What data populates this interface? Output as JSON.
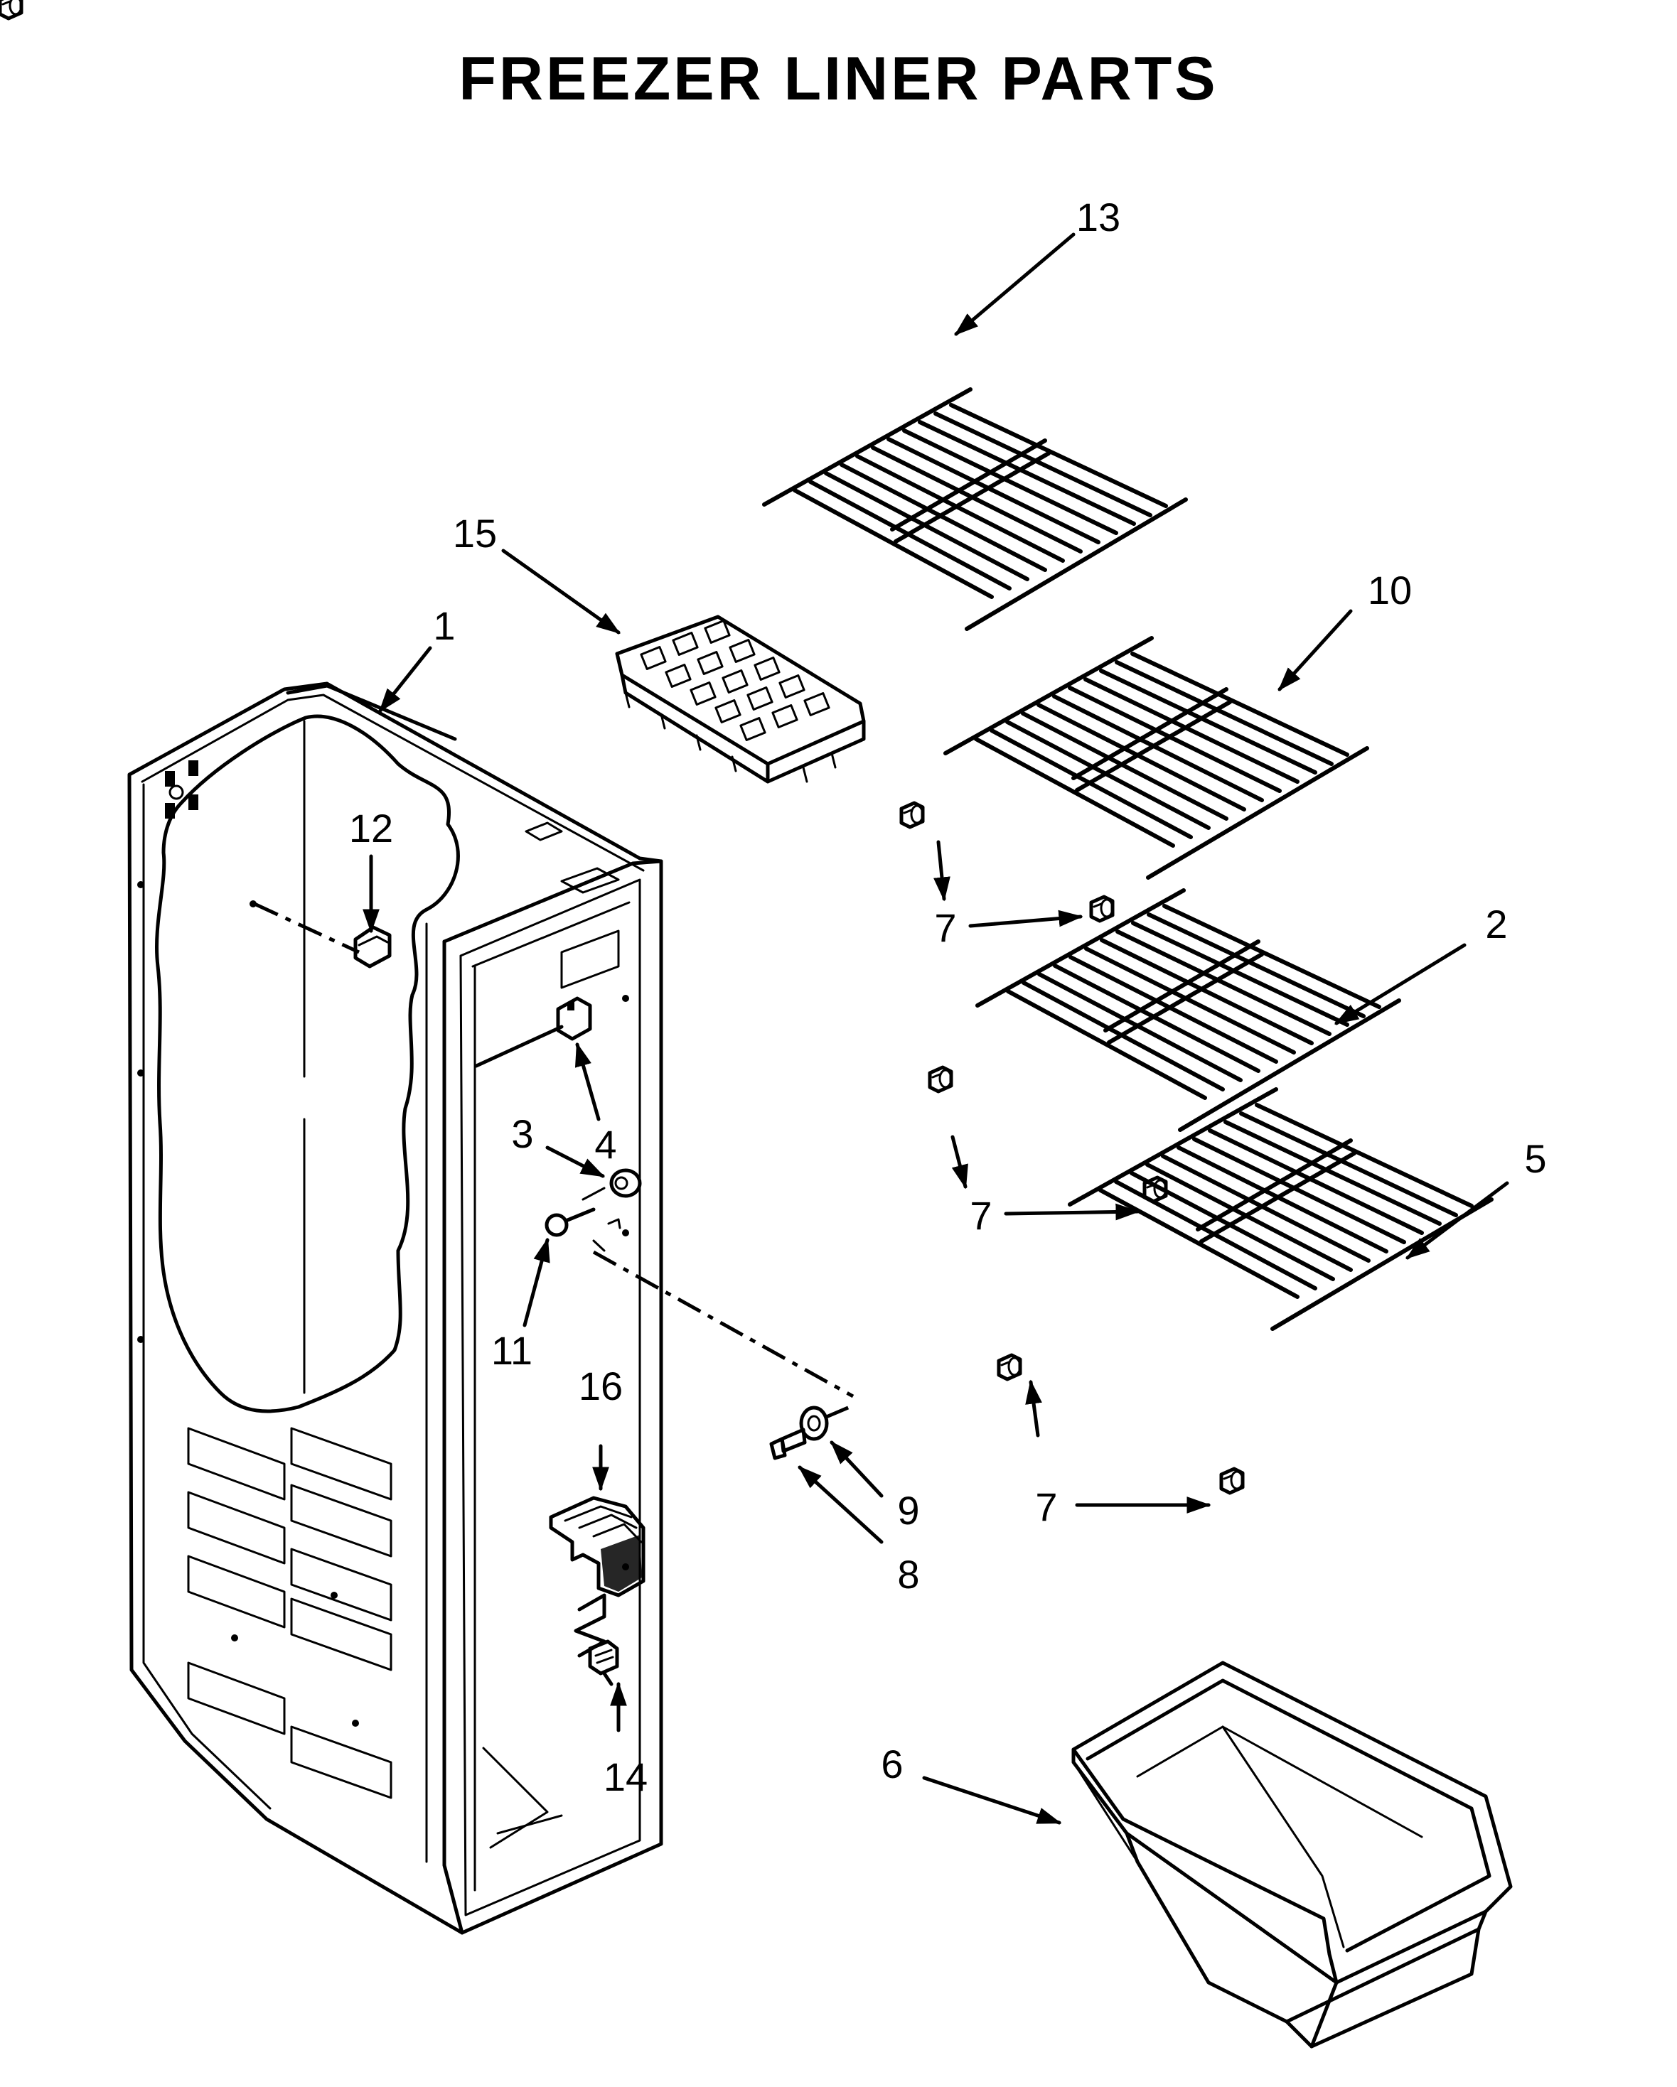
{
  "title": "FREEZER LINER PARTS",
  "callouts": [
    {
      "id": "label-1",
      "text": "1"
    },
    {
      "id": "label-2",
      "text": "2"
    },
    {
      "id": "label-3",
      "text": "3"
    },
    {
      "id": "label-4",
      "text": "4"
    },
    {
      "id": "label-5",
      "text": "5"
    },
    {
      "id": "label-6",
      "text": "6"
    },
    {
      "id": "label-7a",
      "text": "7"
    },
    {
      "id": "label-7b",
      "text": "7"
    },
    {
      "id": "label-7c",
      "text": "7"
    },
    {
      "id": "label-8",
      "text": "8"
    },
    {
      "id": "label-9",
      "text": "9"
    },
    {
      "id": "label-10",
      "text": "10"
    },
    {
      "id": "label-11",
      "text": "11"
    },
    {
      "id": "label-12",
      "text": "12"
    },
    {
      "id": "label-13",
      "text": "13"
    },
    {
      "id": "label-14",
      "text": "14"
    },
    {
      "id": "label-15",
      "text": "15"
    },
    {
      "id": "label-16",
      "text": "16"
    }
  ]
}
